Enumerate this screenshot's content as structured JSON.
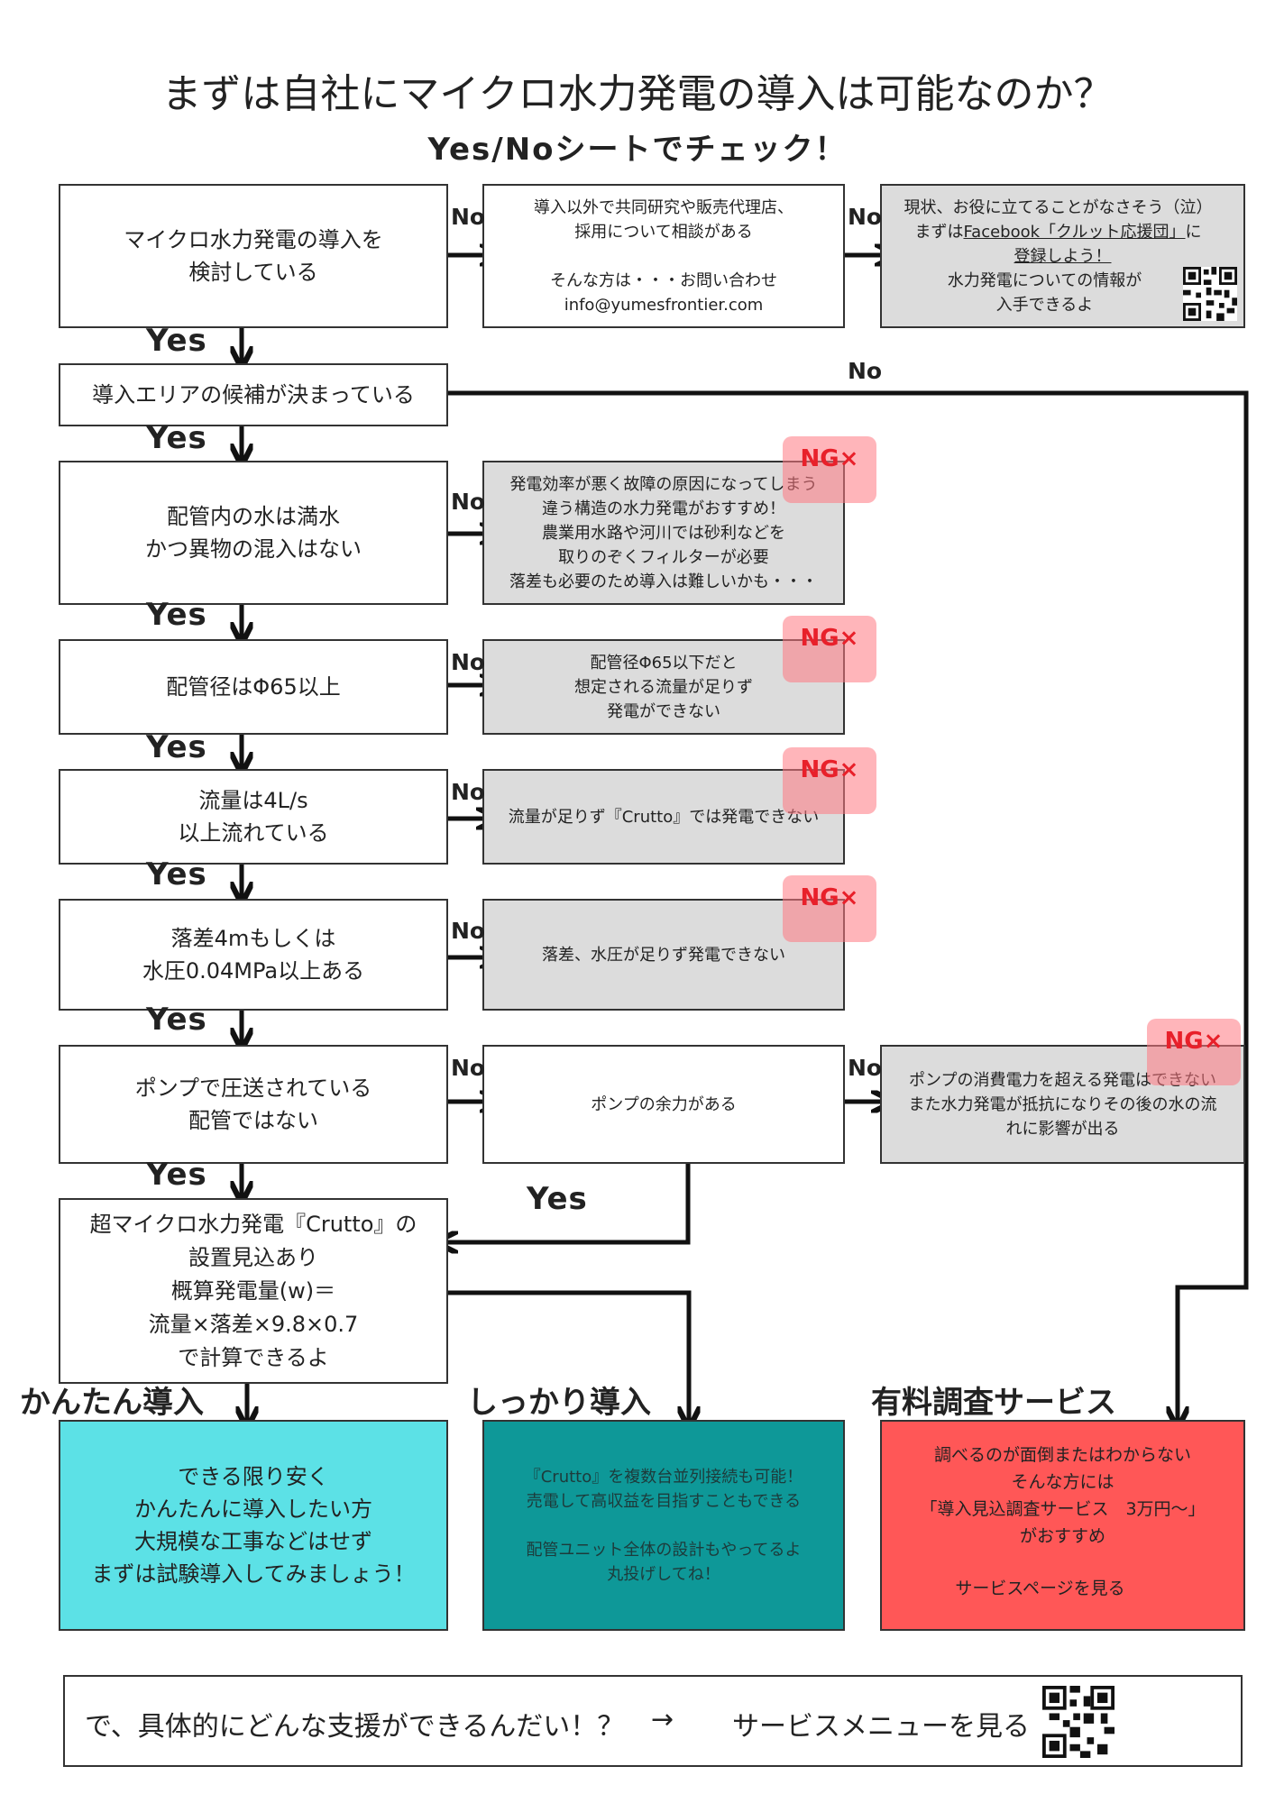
{
  "header": {
    "title": "まずは自社にマイクロ水力発電の導入は可能なのか？",
    "subtitle": "Yes/Noシートでチェック！"
  },
  "labels": {
    "yes": "Yes",
    "no": "No",
    "ng": "NG×"
  },
  "questions": [
    {
      "text": "マイクロ水力発電の導入を\n検討している"
    },
    {
      "text": "導入エリアの候補が決まっている"
    },
    {
      "text": "配管内の水は満水\nかつ異物の混入はない"
    },
    {
      "text": "配管径はΦ65以上"
    },
    {
      "text": "流量は4L/s\n以上流れている"
    },
    {
      "text": "落差4mもしくは\n水圧0.04MPa以上ある"
    },
    {
      "text": "ポンプで圧送されている\n配管ではない"
    },
    {
      "text": "超マイクロ水力発電『Crutto』の\n設置見込あり\n概算発電量(w)＝\n流量×落差×9.8×0.7\nで計算できるよ"
    }
  ],
  "notes": {
    "consult": "導入以外で共同研究や販売代理店、\n採用について相談がある\n\nそんな方は・・・お問い合わせ\ninfo@yumesfrontier.com",
    "facebook_line1": "現状、お役に立てることがなさそう（泣）",
    "facebook_pre": "まずは",
    "facebook_link": "Facebook「クルット応援団」",
    "facebook_post": "に",
    "facebook_line3": "登録しよう！",
    "facebook_line4": "水力発電についての情報が\n入手できるよ",
    "water": "発電効率が悪く故障の原因になってしまう\n違う構造の水力発電がおすすめ！\n農業用水路や河川では砂利などを\n取りのぞくフィルターが必要\n落差も必要のため導入は難しいかも・・・",
    "pipe": "配管径Φ65以下だと\n想定される流量が足りず\n発電ができない",
    "flow": "流量が足りず『Crutto』では発電できない",
    "head": "落差、水圧が足りず発電できない",
    "pump_capacity": "ポンプの余力がある",
    "pump_ng": "ポンプの消費電力を超える発電はできない\nまた水力発電が抵抗になりその後の水の流\nれに影響が出る"
  },
  "results": [
    {
      "title": "かんたん導入",
      "text": "できる限り安く\nかんたんに導入したい方\n大規模な工事などはせず\nまずは試験導入してみましょう！",
      "color": "#5ce1e6"
    },
    {
      "title": "しっかり導入",
      "text": "『Crutto』を複数台並列接続も可能！\n売電して高収益を目指すこともできる\n\n配管ユニット全体の設計もやってるよ\n丸投げしてね！",
      "color": "#0e9898"
    },
    {
      "title": "有料調査サービス",
      "text": "調べるのが面倒またはわからない\nそんな方には\n「導入見込調査サービス　3万円〜」\nがおすすめ",
      "link": "サービスページを見る",
      "color": "#ff5757"
    }
  ],
  "footer": {
    "question": "で、具体的にどんな支援ができるんだい！？",
    "arrow": "→",
    "link": "サービスメニューを見る"
  }
}
